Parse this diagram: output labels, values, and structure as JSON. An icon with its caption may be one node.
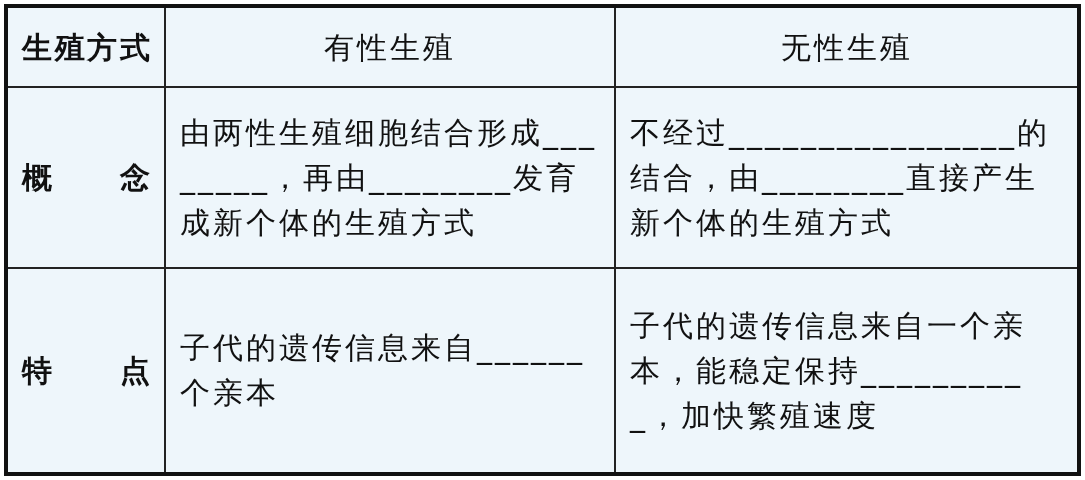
{
  "diagram": {
    "labels": [
      "生殖方式",
      "有性生殖",
      "无性生殖",
      "概念",
      "由两性生殖细胞结合形成________，再由________发育成新个体的生殖方式",
      "不经过________________的结合，由________直接产生新个体的生殖方式",
      "特点",
      "子代的遗传信息来自______个亲本",
      "子代的遗传信息来自一个亲本，能稳定保持__________，加快繁殖速度"
    ]
  }
}
